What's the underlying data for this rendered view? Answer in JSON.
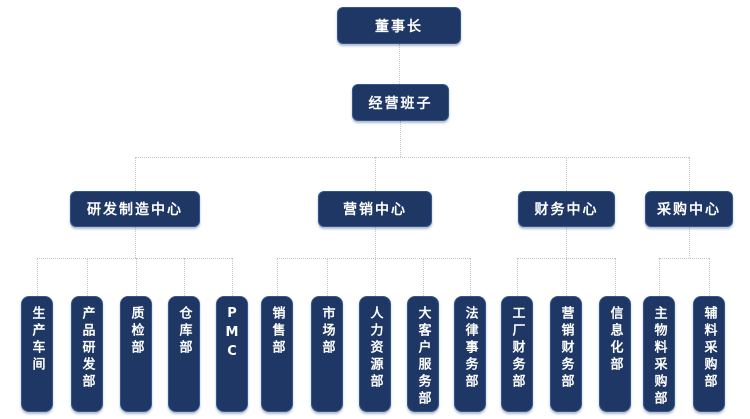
{
  "org": {
    "root": {
      "label": "董事长"
    },
    "management": {
      "label": "经营班子"
    },
    "centers": [
      {
        "label": "研发制造中心"
      },
      {
        "label": "营销中心"
      },
      {
        "label": "财务中心"
      },
      {
        "label": "采购中心"
      }
    ],
    "departments": {
      "rd_manufacturing": [
        "生产车间",
        "产品研发部",
        "质检部",
        "仓库部",
        "PMC"
      ],
      "marketing": [
        "销售部",
        "市场部",
        "人力资源部",
        "大客户服务部",
        "法律事务部"
      ],
      "finance": [
        "工厂财务部",
        "营销财务部",
        "信息化部"
      ],
      "procurement": [
        "主物料采购部",
        "辅料采购部"
      ]
    }
  },
  "colors": {
    "node_fill": "#1e3765",
    "node_border": "#34568f",
    "node_text": "#ffffff",
    "connector_line": "#c6c6c6",
    "background": "#ffffff"
  }
}
